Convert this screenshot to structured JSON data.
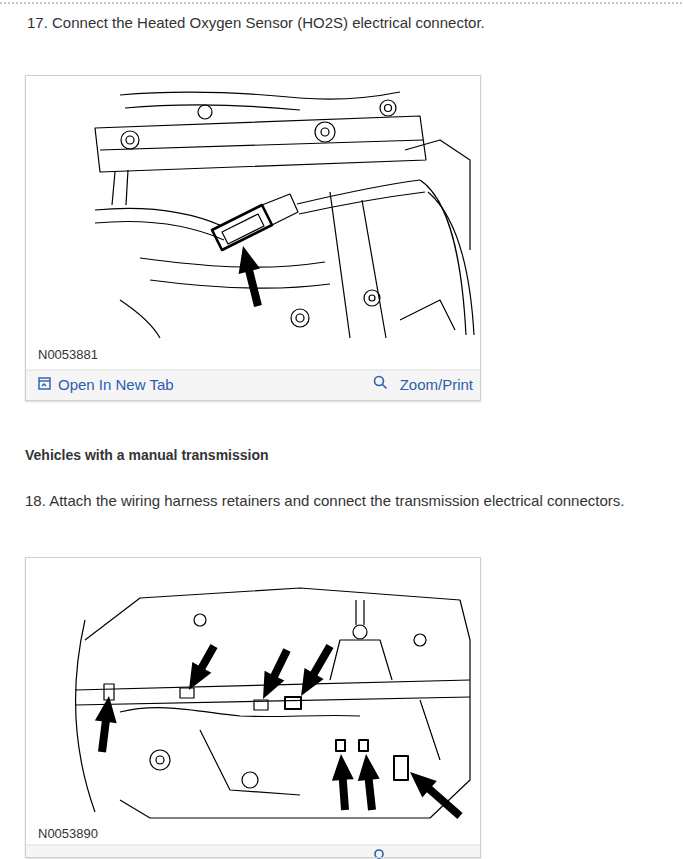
{
  "diagram": {
    "nodes": [
      {
        "text": [
          "N0053881",
          "Open In New Tab",
          "Zoom/Print"
        ]
      },
      {
        "text": [
          "N0053890"
        ]
      }
    ],
    "labels": [
      "17. Connect the Heated Oxygen Sensor (HO2S) electrical connector.",
      "Vehicles with a manual transmission",
      "18. Attach the wiring harness retainers and connect the transmission electrical connectors."
    ]
  }
}
